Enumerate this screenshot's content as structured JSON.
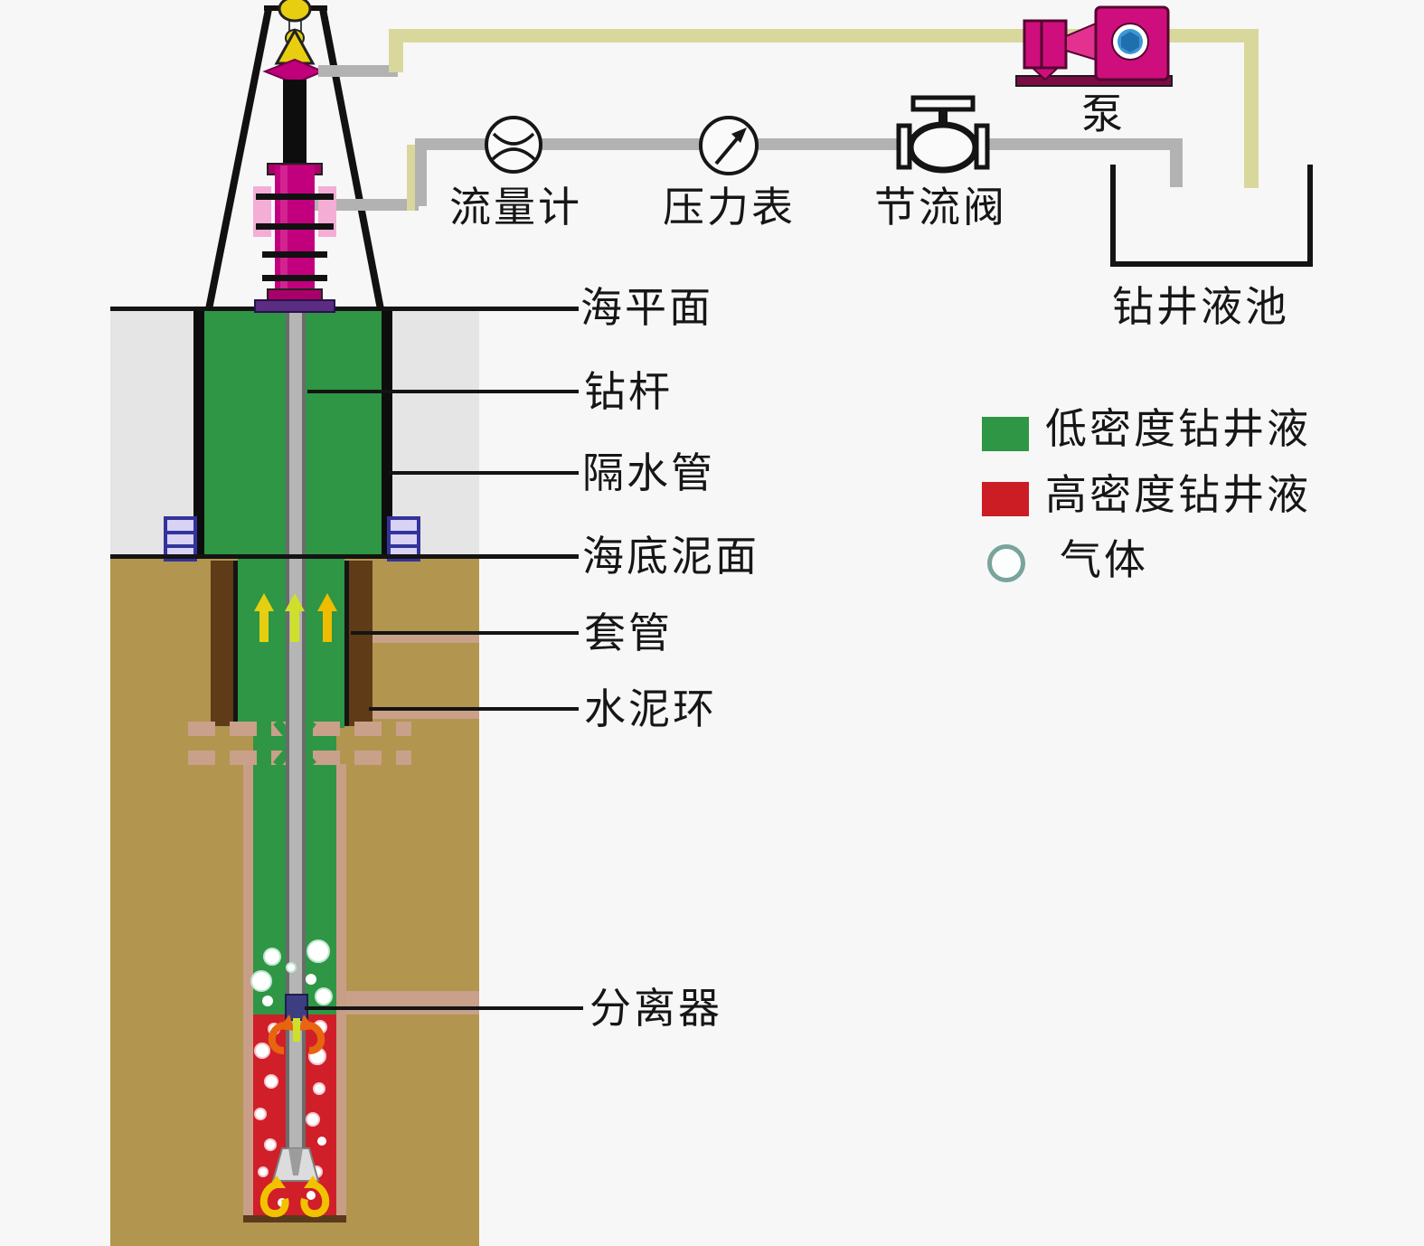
{
  "equipment": {
    "flow_meter": "流量计",
    "pressure_gauge": "压力表",
    "throttle_valve": "节流阀",
    "pump": "泵",
    "mud_pit": "钻井液池"
  },
  "callouts": [
    "海平面",
    "钻杆",
    "隔水管",
    "海底泥面",
    "套管",
    "水泥环",
    "分离器"
  ],
  "legend": [
    {
      "swatch": "green-square",
      "color": "#2e9644",
      "label": "低密度钻井液"
    },
    {
      "swatch": "red-square",
      "color": "#cc1c24",
      "label": "高密度钻井液"
    },
    {
      "swatch": "gas-circle",
      "color": "#79a49c",
      "label": "气体"
    }
  ],
  "colors": {
    "low_density_mud": "#2e9644",
    "high_density_mud": "#d01f28",
    "sea_water": "#e5e5e5",
    "seabed_earth": "#b2954e",
    "cement_ring": "#5f3b18",
    "borehole_wall": "#c99e87",
    "bop_magenta": "#c2007e",
    "pump_magenta": "#cf0e7e",
    "pipe_gray": "#b2b2b2",
    "pipe_khaki": "#d8d89c",
    "wellhead_lavender": "#d8d2f4"
  }
}
